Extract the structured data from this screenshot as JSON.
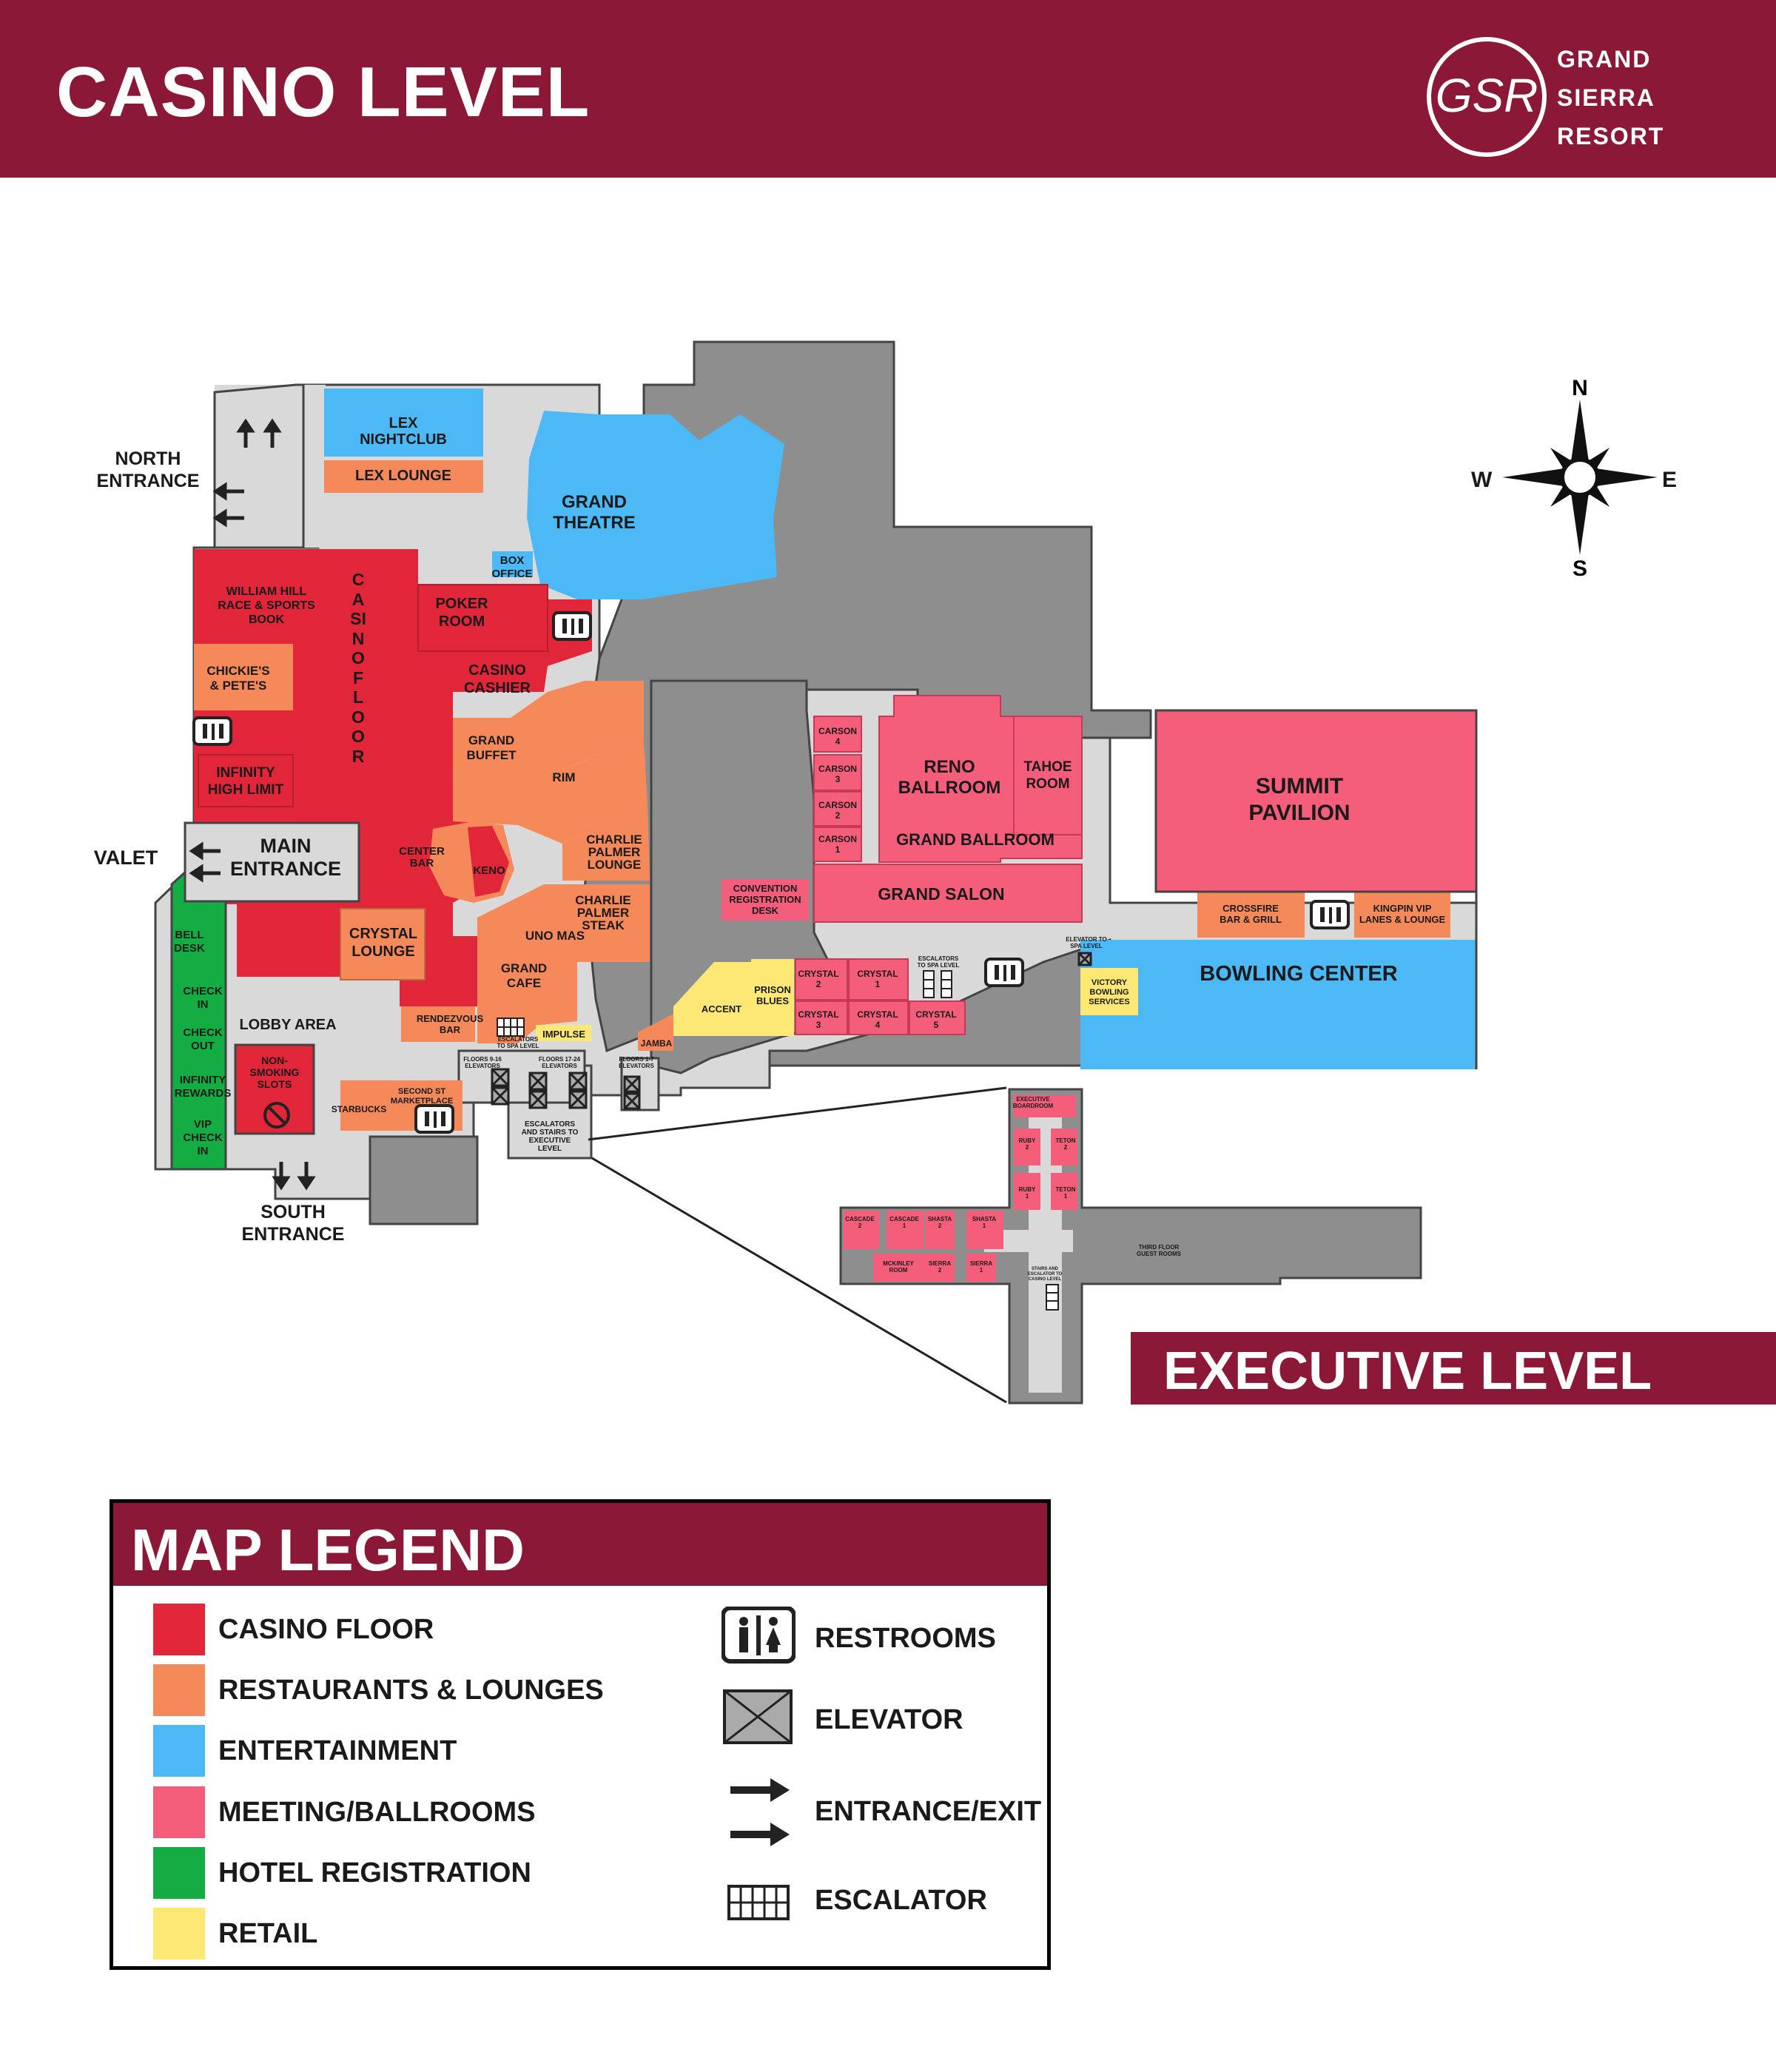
{
  "header": {
    "title": "CASINO LEVEL",
    "logo_mark": "GSR",
    "logo_lines": [
      "GRAND",
      "SIERRA",
      "RESORT"
    ]
  },
  "compass": {
    "n": "N",
    "s": "S",
    "e": "E",
    "w": "W"
  },
  "entrances": {
    "north": [
      "NORTH",
      "ENTRANCE"
    ],
    "valet": "VALET",
    "main": [
      "MAIN",
      "ENTRANCE"
    ],
    "south": [
      "SOUTH",
      "ENTRANCE"
    ]
  },
  "areas": {
    "lex_nightclub": [
      "LEX",
      "NIGHTCLUB"
    ],
    "lex_lounge": "LEX LOUNGE",
    "grand_theatre": [
      "GRAND",
      "THEATRE"
    ],
    "box_office": [
      "BOX",
      "OFFICE"
    ],
    "william_hill": [
      "WILLIAM HILL",
      "RACE & SPORTS",
      "BOOK"
    ],
    "casino_floor": "CASINO FLOOR",
    "poker_room": [
      "POKER",
      "ROOM"
    ],
    "casino_cashier": [
      "CASINO",
      "CASHIER"
    ],
    "chickies": [
      "CHICKIE'S",
      "& PETE'S"
    ],
    "infinity_high_limit": [
      "INFINITY",
      "HIGH LIMIT"
    ],
    "grand_buffet": [
      "GRAND",
      "BUFFET"
    ],
    "rim": "RIM",
    "charlie_palmer_lounge": [
      "CHARLIE",
      "PALMER",
      "LOUNGE"
    ],
    "charlie_palmer_steak": [
      "CHARLIE",
      "PALMER",
      "STEAK"
    ],
    "center_bar": [
      "CENTER",
      "BAR"
    ],
    "keno": "KENO",
    "uno_mas": "UNO MAS",
    "crystal_lounge": [
      "CRYSTAL",
      "LOUNGE"
    ],
    "grand_cafe": [
      "GRAND",
      "CAFE"
    ],
    "lobby_area": "LOBBY AREA",
    "rendezvous_bar": [
      "RENDEZVOUS",
      "BAR"
    ],
    "impulse": "IMPULSE",
    "jamba": "JAMBA",
    "accent": "ACCENT",
    "prison_blues": [
      "PRISON",
      "BLUES"
    ],
    "non_smoking_slots": [
      "NON-",
      "SMOKING",
      "SLOTS"
    ],
    "starbucks": "STARBUCKS",
    "second_st": [
      "SECOND ST",
      "MARKETPLACE"
    ],
    "bell_desk": [
      "BELL",
      "DESK"
    ],
    "check_in": [
      "CHECK",
      "IN"
    ],
    "check_out": [
      "CHECK",
      "OUT"
    ],
    "infinity_rewards": [
      "INFINITY",
      "REWARDS"
    ],
    "vip_check_in": [
      "VIP",
      "CHECK",
      "IN"
    ],
    "carson_4": [
      "CARSON",
      "4"
    ],
    "carson_3": [
      "CARSON",
      "3"
    ],
    "carson_2": [
      "CARSON",
      "2"
    ],
    "carson_1": [
      "CARSON",
      "1"
    ],
    "reno_ballroom": [
      "RENO",
      "BALLROOM"
    ],
    "tahoe_room": [
      "TAHOE",
      "ROOM"
    ],
    "grand_ballroom": "GRAND BALLROOM",
    "grand_salon": "GRAND SALON",
    "convention_registration": [
      "CONVENTION",
      "REGISTRATION",
      "DESK"
    ],
    "summit_pavilion": [
      "SUMMIT",
      "PAVILION"
    ],
    "crossfire": [
      "CROSSFIRE",
      "BAR & GRILL"
    ],
    "kingpin": [
      "KINGPIN VIP",
      "LANES & LOUNGE"
    ],
    "bowling_center": "BOWLING CENTER",
    "victory_bowling": [
      "VICTORY",
      "BOWLING",
      "SERVICES"
    ],
    "crystal_2": [
      "CRYSTAL",
      "2"
    ],
    "crystal_1": [
      "CRYSTAL",
      "1"
    ],
    "crystal_3": [
      "CRYSTAL",
      "3"
    ],
    "crystal_4": [
      "CRYSTAL",
      "4"
    ],
    "crystal_5": [
      "CRYSTAL",
      "5"
    ],
    "escalators_spa_1": [
      "ESCALATORS",
      "TO SPA LEVEL"
    ],
    "escalators_spa_2": [
      "ESCALATORS",
      "TO SPA LEVEL"
    ],
    "elevator_spa": [
      "ELEVATOR TO",
      "SPA LEVEL"
    ],
    "floors_9_16": [
      "FLOORS 9-16",
      "ELEVATORS"
    ],
    "floors_17_24": [
      "FLOORS 17-24",
      "ELEVATORS"
    ],
    "floors_1_7": [
      "FLOORS 1-7",
      "ELEVATORS"
    ],
    "escalators_exec": [
      "ESCALATORS",
      "AND STAIRS TO",
      "EXECUTIVE",
      "LEVEL"
    ]
  },
  "executive": {
    "title": "EXECUTIVE LEVEL",
    "boardroom": [
      "EXECUTIVE",
      "BOARDROOM"
    ],
    "ruby_2": [
      "RUBY",
      "2"
    ],
    "teton_2": [
      "TETON",
      "2"
    ],
    "ruby_1": [
      "RUBY",
      "1"
    ],
    "teton_1": [
      "TETON",
      "1"
    ],
    "cascade_2": [
      "CASCADE",
      "2"
    ],
    "cascade_1": [
      "CASCADE",
      "1"
    ],
    "shasta_2": [
      "SHASTA",
      "2"
    ],
    "shasta_1": [
      "SHASTA",
      "1"
    ],
    "mckinley": [
      "MCKINLEY",
      "ROOM"
    ],
    "sierra_2": [
      "SIERRA",
      "2"
    ],
    "sierra_1": [
      "SIERRA",
      "1"
    ],
    "stairs": [
      "STAIRS AND",
      "ESCALATOR TO",
      "CASINO LEVEL"
    ],
    "third_floor": [
      "THIRD FLOOR",
      "GUEST ROOMS"
    ]
  },
  "legend": {
    "title": "MAP LEGEND",
    "categories": [
      {
        "label": "CASINO FLOOR",
        "color": "#e1263a"
      },
      {
        "label": "RESTAURANTS & LOUNGES",
        "color": "#f6895a"
      },
      {
        "label": "ENTERTAINMENT",
        "color": "#4cb8f5"
      },
      {
        "label": "MEETING/BALLROOMS",
        "color": "#f55e7a"
      },
      {
        "label": "HOTEL REGISTRATION",
        "color": "#13ad43"
      },
      {
        "label": "RETAIL",
        "color": "#fde876"
      }
    ],
    "icons": [
      {
        "label": "RESTROOMS",
        "icon": "restroom-icon"
      },
      {
        "label": "ELEVATOR",
        "icon": "elevator-icon"
      },
      {
        "label": "ENTRANCE/EXIT",
        "icon": "arrow-icon"
      },
      {
        "label": "ESCALATOR",
        "icon": "escalator-icon"
      }
    ]
  },
  "colors": {
    "brand": "#8a1836",
    "casino": "#e1263a",
    "restaurant": "#f6895a",
    "entertainment": "#4cb8f5",
    "meeting": "#f55e7a",
    "hotel": "#13ad43",
    "retail": "#fde876",
    "walkway": "#d9d9d9",
    "service": "#8e8e8e"
  }
}
